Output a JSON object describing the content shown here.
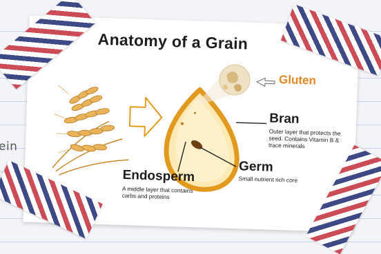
{
  "margin_text": "ein",
  "diagram": {
    "title": "Anatomy of a Grain",
    "gluten": "Gluten",
    "bran": {
      "label": "Bran",
      "desc_lines": [
        "Outer layer that protects the",
        "seed. Contains Vitamin B &",
        "trace minerals"
      ]
    },
    "germ": {
      "label": "Germ",
      "desc_lines": [
        "Small nutrient rich core"
      ]
    },
    "endosperm": {
      "label": "Endosperm",
      "desc_lines": [
        "A middle layer that contains",
        "carbs and proteins"
      ]
    }
  },
  "colors": {
    "grain_outline": "#e29a1e",
    "grain_fill": "#fce9b4",
    "gluten": "#e6871f",
    "tape_red": "#c9424e",
    "tape_blue": "#34407f"
  }
}
